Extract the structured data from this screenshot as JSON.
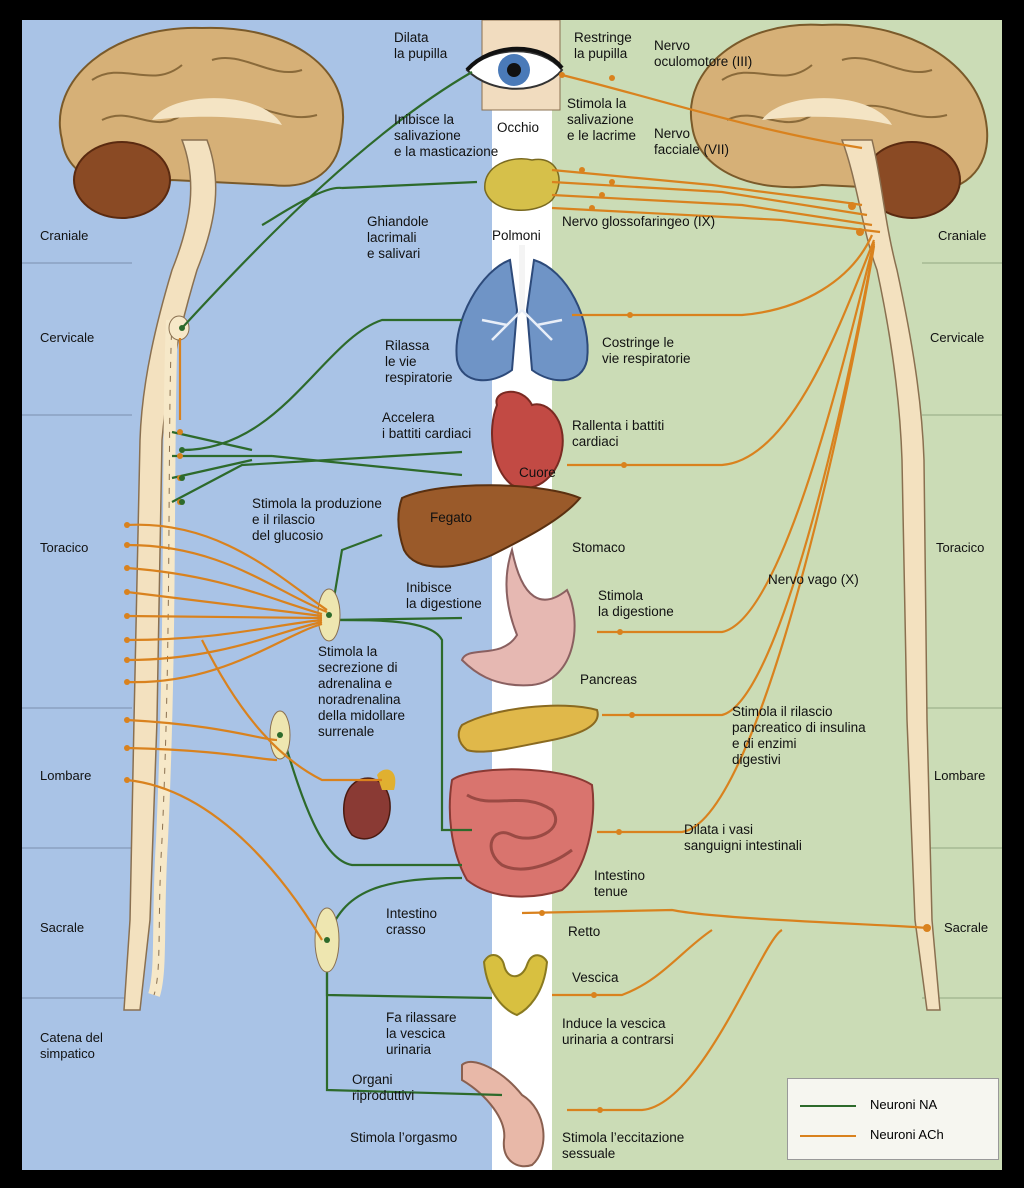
{
  "colors": {
    "left_bg": "#a9c3e6",
    "right_bg": "#cbdcb6",
    "na_line": "#2d6a2b",
    "ach_line": "#d9821e",
    "spine": "#f3e1bf"
  },
  "regions": {
    "cranial": "Craniale",
    "cervical": "Cervicale",
    "thoracic": "Toracico",
    "lumbar": "Lombare",
    "sacral": "Sacrale",
    "chain": "Catena del\nsimpatico"
  },
  "labels": {
    "dilate_pupil": "Dilata\nla pupilla",
    "constrict_pupil": "Restringe\nla pupilla",
    "oculomotor": "Nervo\noculomotore (III)",
    "eye": "Occhio",
    "inhibit_saliva": "Inibisce la\nsalivazione\ne la masticazione",
    "stimulate_saliva": "Stimola la\nsalivazione\ne le lacrime",
    "facial": "Nervo\nfacciale (VII)",
    "glands": "Ghiandole\nlacrimali\ne salivari",
    "glosso": "Nervo glossofaringeo (IX)",
    "lungs": "Polmoni",
    "relax_airways": "Rilassa\nle vie\nrespiratorie",
    "constrict_airways": "Costringe le\nvie respiratorie",
    "accelerate_heart": "Accelera\ni battiti cardiaci",
    "slow_heart": "Rallenta i battiti\ncardiaci",
    "heart": "Cuore",
    "liver": "Fegato",
    "glucose": "Stimola la produzione\ne il rilascio\ndel glucosio",
    "stomach": "Stomaco",
    "inhibit_digestion": "Inibisce\nla digestione",
    "stimulate_digestion": "Stimola\nla digestione",
    "vagus": "Nervo vago (X)",
    "adrenaline": "Stimola la\nsecrezione di\nadrenalina e\nnoradrenalina\ndella midollare\nsurrenale",
    "pancreas": "Pancreas",
    "insulin": "Stimola il rilascio\npancreatico di insulina\ne di enzimi\ndigestivi",
    "dilate_vessels": "Dilata i vasi\nsanguigni intestinali",
    "small_intestine": "Intestino\ntenue",
    "large_intestine": "Intestino\ncrasso",
    "rectum": "Retto",
    "bladder": "Vescica",
    "relax_bladder": "Fa rilassare\nla vescica\nurinaria",
    "contract_bladder": "Induce la vescica\nurinaria a contrarsi",
    "reproductive": "Organi\nriproduttivi",
    "orgasm": "Stimola l’orgasmo",
    "arousal": "Stimola l’eccitazione\nsessuale"
  },
  "legend": {
    "na": "Neuroni NA",
    "ach": "Neuroni ACh"
  }
}
